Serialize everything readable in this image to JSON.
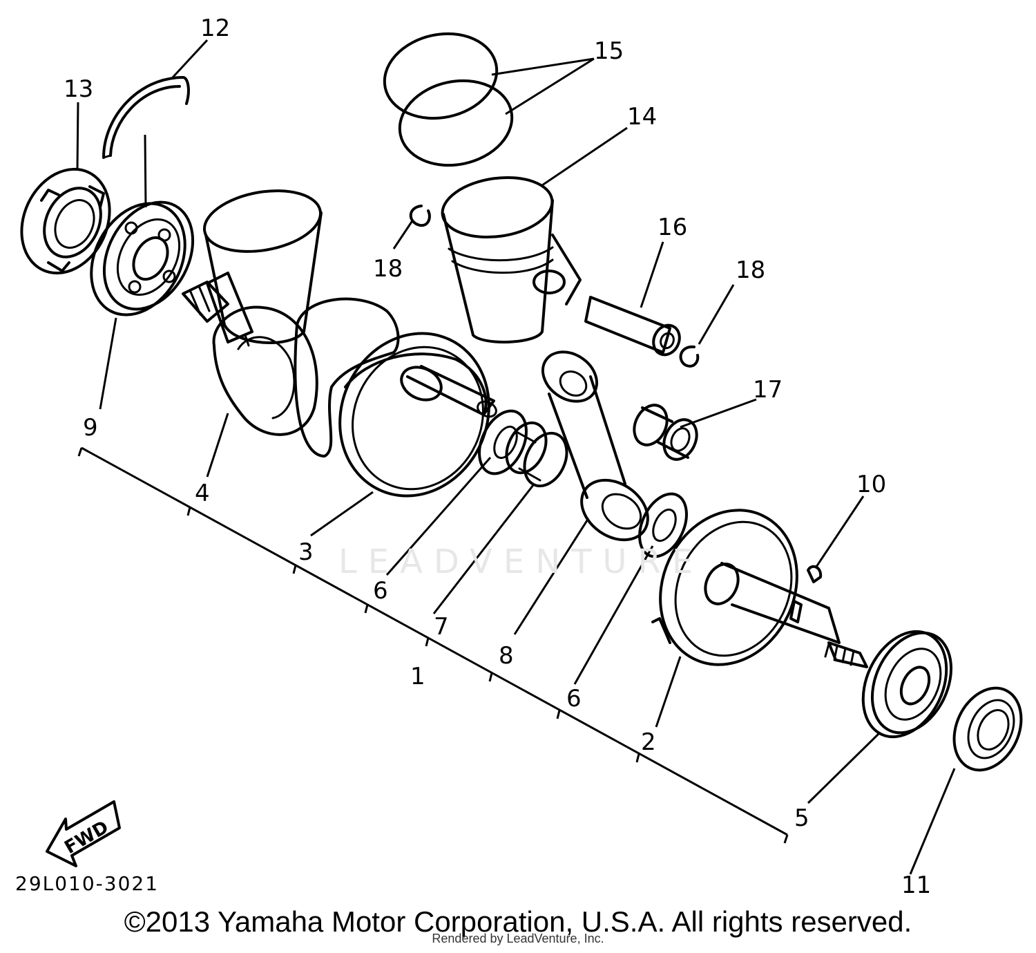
{
  "callouts": {
    "c1": "1",
    "c2": "2",
    "c3": "3",
    "c4": "4",
    "c5": "5",
    "c6a": "6",
    "c6b": "6",
    "c7": "7",
    "c8": "8",
    "c9": "9",
    "c10": "10",
    "c11": "11",
    "c12": "12",
    "c13": "13",
    "c14": "14",
    "c15": "15",
    "c16": "16",
    "c17": "17",
    "c18a": "18",
    "c18b": "18"
  },
  "fwd_label": "FWD",
  "diagram_code": "29L010-3021",
  "copyright": "©2013 Yamaha Motor Corporation, U.S.A. All rights reserved.",
  "watermark": "LEADVENTURE",
  "rendered_by": "Rendered by LeadVenture, Inc."
}
